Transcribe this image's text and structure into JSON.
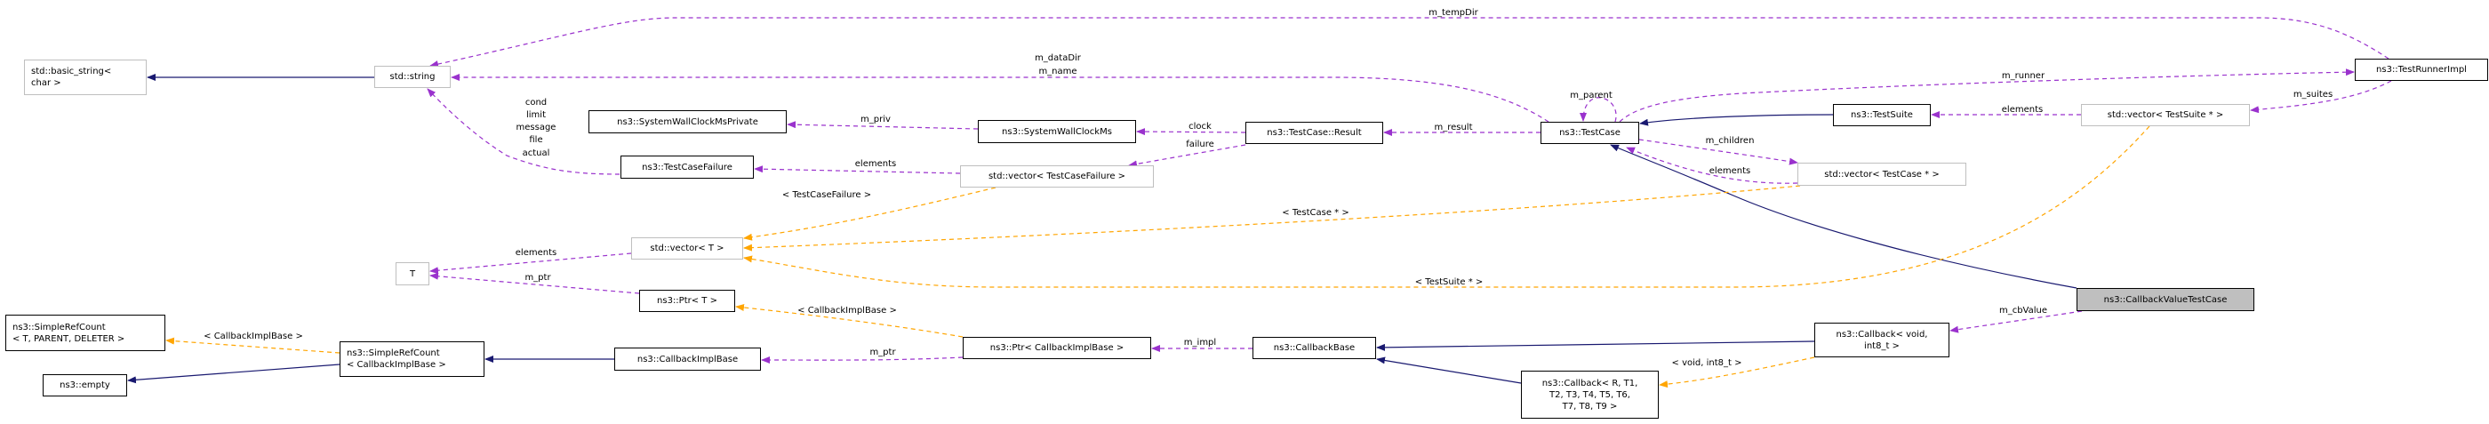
{
  "colors": {
    "member": "#9a32cd",
    "inherit": "#191970",
    "template": "#ffa500",
    "undocumented_border": "#bfbfbf",
    "focus_fill": "#bfbfbf"
  },
  "nodes": {
    "basic_string": {
      "label": "std::basic_string<\nchar >",
      "documented": false
    },
    "string": {
      "label": "std::string",
      "documented": false
    },
    "swcmp": {
      "label": "ns3::SystemWallClockMsPrivate",
      "documented": true
    },
    "tcf": {
      "label": "ns3::TestCaseFailure",
      "documented": true
    },
    "vecT": {
      "label": "std::vector< T >",
      "documented": false
    },
    "T": {
      "label": "T",
      "documented": false
    },
    "ptrT": {
      "label": "ns3::Ptr< T >",
      "documented": true
    },
    "src3": {
      "label": "ns3::SimpleRefCount\n< T, PARENT, DELETER >",
      "documented": true
    },
    "srcCIB": {
      "label": "ns3::SimpleRefCount\n< CallbackImplBase >",
      "documented": true
    },
    "empty": {
      "label": "ns3::empty",
      "documented": true
    },
    "cib": {
      "label": "ns3::CallbackImplBase",
      "documented": true
    },
    "swcm": {
      "label": "ns3::SystemWallClockMs",
      "documented": true
    },
    "vecTCF": {
      "label": "std::vector< TestCaseFailure >",
      "documented": false
    },
    "ptrCIB": {
      "label": "ns3::Ptr< CallbackImplBase >",
      "documented": true
    },
    "result": {
      "label": "ns3::TestCase::Result",
      "documented": true
    },
    "cbbase": {
      "label": "ns3::CallbackBase",
      "documented": true
    },
    "cbR": {
      "label": "ns3::Callback< R, T1,\nT2, T3, T4, T5, T6,\nT7, T8, T9 >",
      "documented": true
    },
    "testcase": {
      "label": "ns3::TestCase",
      "documented": true
    },
    "testsuite": {
      "label": "ns3::TestSuite",
      "documented": true
    },
    "vecTC": {
      "label": "std::vector< TestCase * >",
      "documented": false
    },
    "vecTS": {
      "label": "std::vector< TestSuite * >",
      "documented": false
    },
    "runner": {
      "label": "ns3::TestRunnerImpl",
      "documented": true
    },
    "cbvtc": {
      "label": "ns3::CallbackValueTestCase",
      "documented": true,
      "focus": true
    },
    "cbVoid": {
      "label": "ns3::Callback< void,\nint8_t >",
      "documented": true
    }
  },
  "edges": [
    {
      "from": "string",
      "to": "basic_string",
      "kind": "inherit",
      "labels": []
    },
    {
      "from": "runner",
      "to": "string",
      "kind": "member",
      "labels": [
        "m_tempDir"
      ]
    },
    {
      "from": "testcase",
      "to": "string",
      "kind": "member",
      "labels": [
        "m_dataDir",
        "m_name"
      ]
    },
    {
      "from": "tcf",
      "to": "string",
      "kind": "member",
      "labels": [
        "cond",
        "limit",
        "message",
        "file",
        "actual"
      ]
    },
    {
      "from": "swcm",
      "to": "swcmp",
      "kind": "member",
      "labels": [
        "m_priv"
      ]
    },
    {
      "from": "result",
      "to": "swcm",
      "kind": "member",
      "labels": [
        "clock"
      ]
    },
    {
      "from": "result",
      "to": "vecTCF",
      "kind": "member",
      "labels": [
        "failure"
      ]
    },
    {
      "from": "vecTCF",
      "to": "tcf",
      "kind": "member",
      "labels": [
        "elements"
      ]
    },
    {
      "from": "testcase",
      "to": "result",
      "kind": "member",
      "labels": [
        "m_result"
      ]
    },
    {
      "from": "testcase",
      "to": "testcase",
      "kind": "member",
      "labels": [
        "m_parent"
      ]
    },
    {
      "from": "testsuite",
      "to": "testcase",
      "kind": "inherit",
      "labels": []
    },
    {
      "from": "cbvtc",
      "to": "testcase",
      "kind": "inherit",
      "labels": []
    },
    {
      "from": "testcase",
      "to": "runner",
      "kind": "member",
      "labels": [
        "m_runner"
      ]
    },
    {
      "from": "testcase",
      "to": "vecTC",
      "kind": "member",
      "labels": [
        "m_children"
      ]
    },
    {
      "from": "vecTC",
      "to": "testcase",
      "kind": "member",
      "labels": [
        "elements"
      ]
    },
    {
      "from": "vecTS",
      "to": "testsuite",
      "kind": "member",
      "labels": [
        "elements"
      ]
    },
    {
      "from": "runner",
      "to": "vecTS",
      "kind": "member",
      "labels": [
        "m_suites"
      ]
    },
    {
      "from": "vecTCF",
      "to": "vecT",
      "kind": "template",
      "labels": [
        "< TestCaseFailure >"
      ]
    },
    {
      "from": "vecTC",
      "to": "vecT",
      "kind": "template",
      "labels": [
        "< TestCase * >"
      ]
    },
    {
      "from": "vecTS",
      "to": "vecT",
      "kind": "template",
      "labels": [
        "< TestSuite * >"
      ]
    },
    {
      "from": "vecT",
      "to": "T",
      "kind": "member",
      "labels": [
        "elements"
      ]
    },
    {
      "from": "ptrT",
      "to": "T",
      "kind": "member",
      "labels": [
        "m_ptr"
      ]
    },
    {
      "from": "ptrCIB",
      "to": "ptrT",
      "kind": "template",
      "labels": [
        "< CallbackImplBase >"
      ]
    },
    {
      "from": "cbbase",
      "to": "ptrCIB",
      "kind": "member",
      "labels": [
        "m_impl"
      ]
    },
    {
      "from": "ptrCIB",
      "to": "cib",
      "kind": "member",
      "labels": [
        "m_ptr"
      ]
    },
    {
      "from": "cib",
      "to": "srcCIB",
      "kind": "inherit",
      "labels": []
    },
    {
      "from": "srcCIB",
      "to": "src3",
      "kind": "template",
      "labels": [
        "< CallbackImplBase >"
      ]
    },
    {
      "from": "srcCIB",
      "to": "empty",
      "kind": "inherit",
      "labels": []
    },
    {
      "from": "cbVoid",
      "to": "cbbase",
      "kind": "inherit",
      "labels": []
    },
    {
      "from": "cbR",
      "to": "cbbase",
      "kind": "inherit",
      "labels": []
    },
    {
      "from": "cbVoid",
      "to": "cbR",
      "kind": "template",
      "labels": [
        "< void, int8_t >"
      ]
    },
    {
      "from": "cbvtc",
      "to": "cbVoid",
      "kind": "member",
      "labels": [
        "m_cbValue"
      ]
    }
  ]
}
